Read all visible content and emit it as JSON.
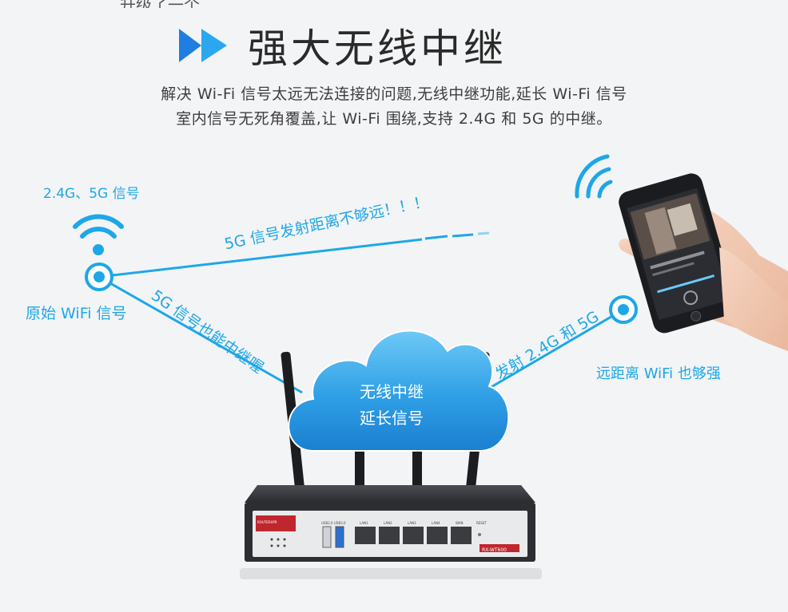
{
  "top_cut_text": "升级了一个…………………………………………………………",
  "title": "强大无线中继",
  "description": {
    "line1": "解决 Wi-Fi 信号太远无法连接的问题,无线中继功能,延长 Wi-Fi 信号",
    "line2": "室内信号无死角覆盖,让 Wi-Fi 围绕,支持 2.4G 和 5G 的中继。"
  },
  "labels": {
    "signal_types": "2.4G、5G 信号",
    "original_wifi": "原始 WiFi 信号",
    "far_wifi": "远距离 WiFi 也够强",
    "too_far": "5G 信号发射距离不够远！！！",
    "relay_5g": "5G 信号也能中继喔",
    "emit": "发射 2.4G 和 5G"
  },
  "cloud": {
    "line1": "无线中继",
    "line2": "延长信号"
  },
  "router": {
    "model": "RX-WT600",
    "brand": "ROUTERXPR",
    "ports": [
      "USB2.0",
      "USB3.0",
      "LAN1",
      "LAN2",
      "LAN3",
      "LAN4",
      "WAN",
      "RESET"
    ]
  },
  "colors": {
    "accent_blue": "#1da7e8",
    "cloud_blue": "#2f9fe6",
    "background": "#f3f4f6"
  },
  "icons": [
    "play-arrows-icon",
    "wifi-icon",
    "target-dot-icon",
    "cloud-icon",
    "router-image",
    "phone-hand-image"
  ]
}
